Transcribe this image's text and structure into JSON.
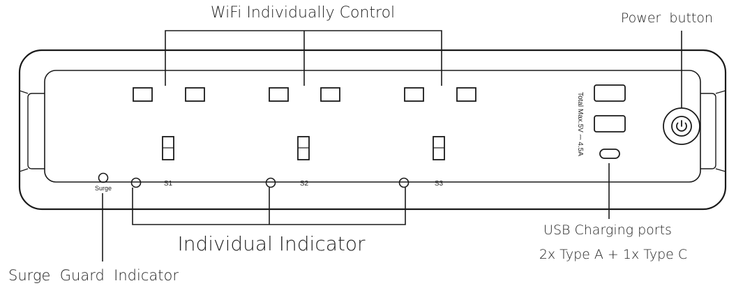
{
  "callouts": {
    "wifi_control": "WiFi Individually Control",
    "power_button": "Power  button",
    "individual_indicator": "Individual Indicator",
    "surge_guard_indicator": "Surge  Guard  Indicator",
    "usb_ports_line1": "USB Charging ports",
    "usb_ports_line2": "2x Type A + 1x Type C"
  },
  "device": {
    "surge_label": "Surge",
    "socket_labels": [
      "S1",
      "S2",
      "S3"
    ],
    "usb_rating": "Total Max.5V ⎓ 4.5A",
    "power_icon": "power-icon"
  },
  "colors": {
    "line": "#1a1a1a",
    "text": "#222222",
    "background": "#ffffff"
  }
}
